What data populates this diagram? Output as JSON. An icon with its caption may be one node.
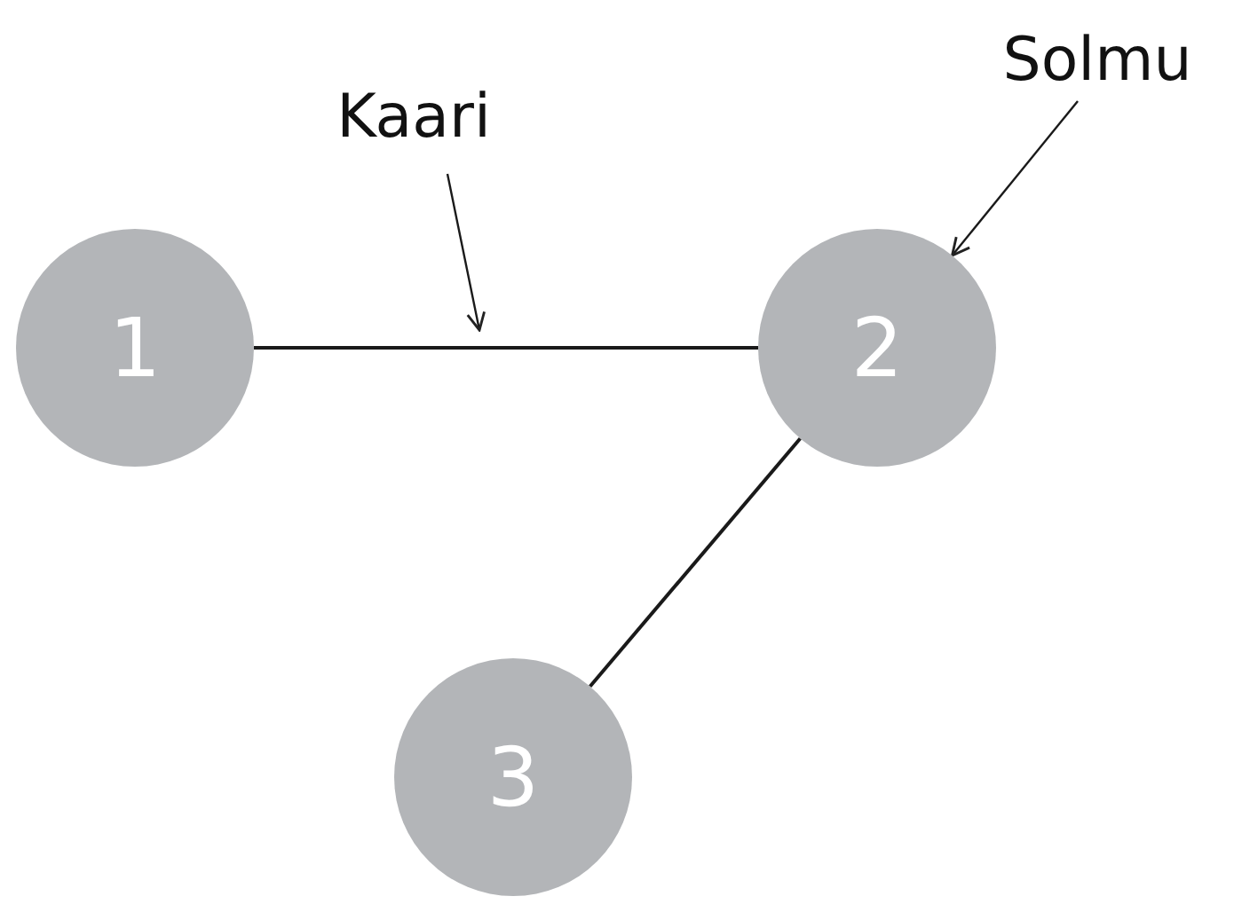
{
  "diagram": {
    "nodes": [
      {
        "text": [
          "Solmu"
        ]
      },
      {
        "text": [
          "Kaari"
        ]
      },
      {
        "text": [
          "1"
        ]
      },
      {
        "text": [
          "2"
        ]
      },
      {
        "text": [
          "3"
        ]
      }
    ],
    "edges": [
      {
        "from": 2,
        "to": 3,
        "arrow": "none"
      },
      {
        "from": 3,
        "to": 4,
        "arrow": "none"
      },
      {
        "from": 1,
        "to": null,
        "arrow": "to"
      },
      {
        "from": 0,
        "to": 3,
        "arrow": "to"
      }
    ]
  }
}
